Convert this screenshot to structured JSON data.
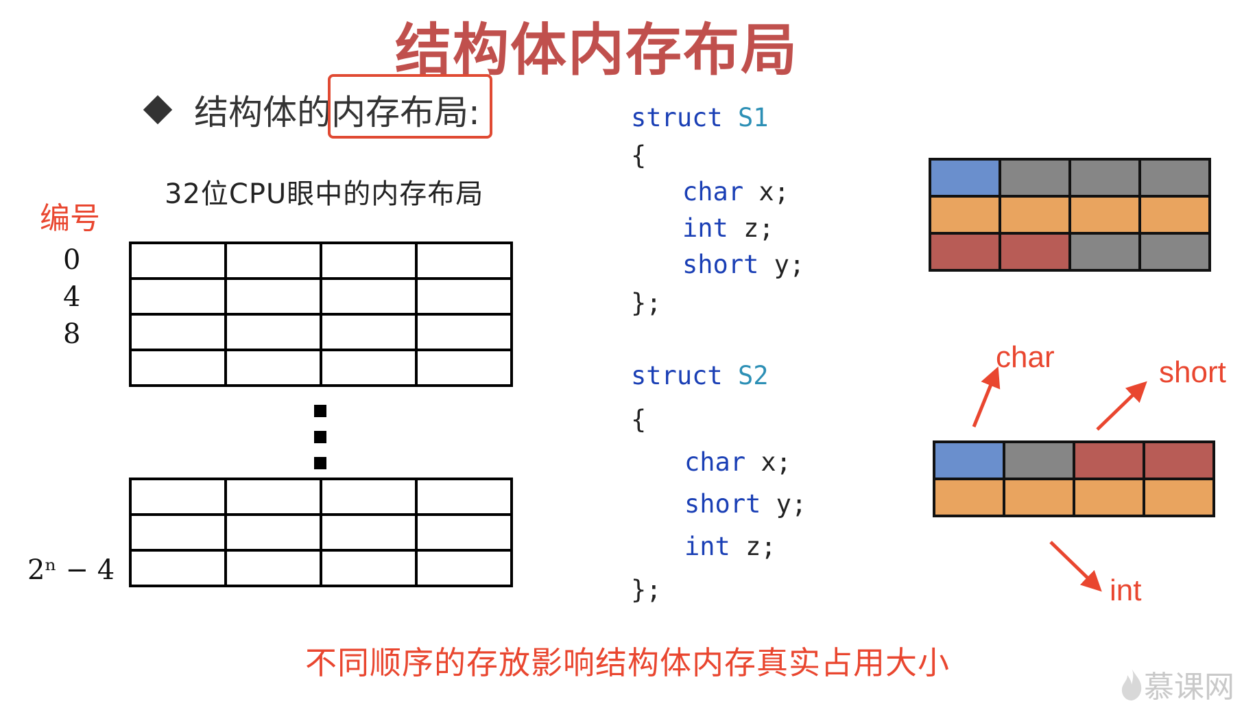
{
  "title": "结构体内存布局",
  "bullet": {
    "text_before": "结构体的",
    "text_highlight": "内存布局:"
  },
  "diagram": {
    "caption": "32位CPU眼中的内存布局",
    "index_label": "编号",
    "addresses": [
      "0",
      "4",
      "8"
    ],
    "last_address": "2ⁿ − 4"
  },
  "code": {
    "s1": {
      "line1_kw": "struct",
      "line1_name": "S1",
      "open": "{",
      "fields": [
        {
          "type": "char",
          "name": "x;"
        },
        {
          "type": "int",
          "name": "z;"
        },
        {
          "type": "short",
          "name": "y;"
        }
      ],
      "close": "};"
    },
    "s2": {
      "line1_kw": "struct",
      "line1_name": "S2",
      "open": "{",
      "fields": [
        {
          "type": "char",
          "name": "x;"
        },
        {
          "type": "short",
          "name": "y;"
        },
        {
          "type": "int",
          "name": "z;"
        }
      ],
      "close": "};"
    }
  },
  "labels": {
    "char": "char",
    "short": "short",
    "int": "int"
  },
  "colors": {
    "char": "#6a8fcd",
    "padding": "#868686",
    "int": "#e9a45f",
    "short": "#b85c56",
    "accent": "#e9462f",
    "title": "#c0504d"
  },
  "bottom_note": "不同顺序的存放影响结构体内存真实占用大小",
  "watermark": "慕课网"
}
